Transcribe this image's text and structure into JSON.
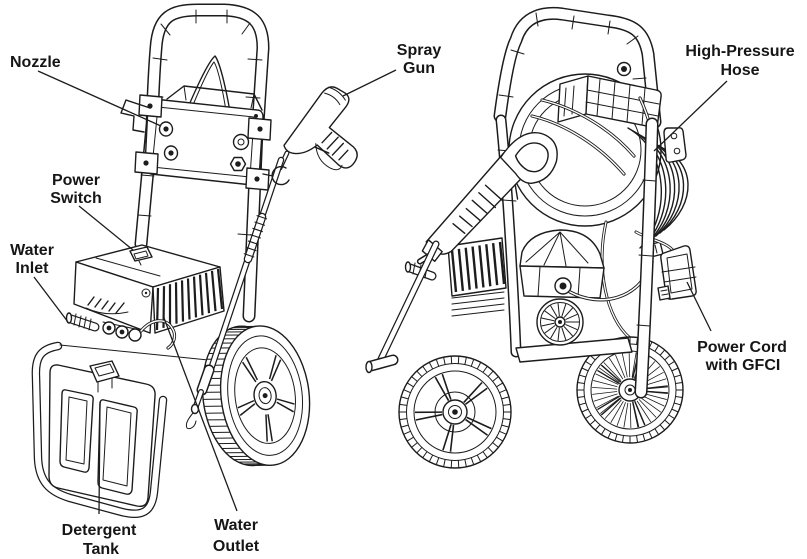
{
  "canvas": {
    "background_color": "#ffffff",
    "ink_color": "#1c1c1c"
  },
  "callouts": {
    "nozzle": {
      "label": "Nozzle"
    },
    "spray_gun": {
      "line1": "Spray",
      "line2": "Gun"
    },
    "high_pressure_hose": {
      "line1": "High-Pressure",
      "line2": "Hose"
    },
    "power_switch": {
      "line1": "Power",
      "line2": "Switch"
    },
    "water_inlet": {
      "line1": "Water",
      "line2": "Inlet"
    },
    "detergent_tank": {
      "line1": "Detergent",
      "line2": "Tank"
    },
    "water_outlet": {
      "line1": "Water",
      "line2": "Outlet"
    },
    "power_cord_gfci": {
      "line1": "Power Cord",
      "line2": "with GFCI"
    }
  }
}
